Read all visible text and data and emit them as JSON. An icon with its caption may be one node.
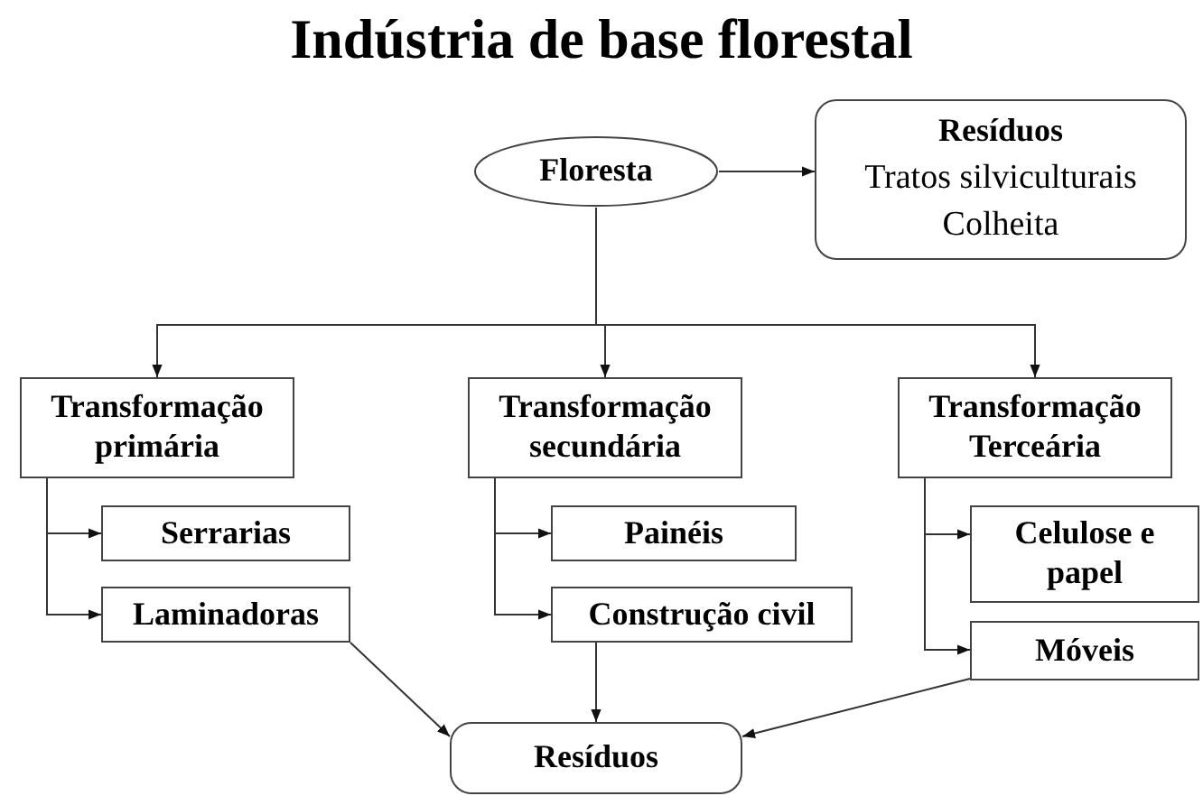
{
  "diagram": {
    "title": "Indústria de base florestal",
    "nodes": [
      {
        "text": [
          "Floresta"
        ]
      },
      {
        "text": [
          "Resíduos",
          "Tratos silviculturais",
          "Colheita"
        ]
      },
      {
        "text": [
          "Transformação primária"
        ]
      },
      {
        "text": [
          "Transformação secundária"
        ]
      },
      {
        "text": [
          "Transformação Terceária"
        ]
      },
      {
        "text": [
          "Serrarias"
        ]
      },
      {
        "text": [
          "Laminadoras"
        ]
      },
      {
        "text": [
          "Painéis"
        ]
      },
      {
        "text": [
          "Construção civil"
        ]
      },
      {
        "text": [
          "Celulose e papel"
        ]
      },
      {
        "text": [
          "Móveis"
        ]
      },
      {
        "text": [
          "Resíduos"
        ]
      }
    ],
    "edges": [
      {
        "from": 0,
        "to": 1,
        "arrow": "to"
      },
      {
        "from": 0,
        "to": 2,
        "arrow": "to"
      },
      {
        "from": 0,
        "to": 3,
        "arrow": "to"
      },
      {
        "from": 0,
        "to": 4,
        "arrow": "to"
      },
      {
        "from": 2,
        "to": 5,
        "arrow": "to"
      },
      {
        "from": 2,
        "to": 6,
        "arrow": "to"
      },
      {
        "from": 3,
        "to": 7,
        "arrow": "to"
      },
      {
        "from": 3,
        "to": 8,
        "arrow": "to"
      },
      {
        "from": 4,
        "to": 9,
        "arrow": "to"
      },
      {
        "from": 4,
        "to": 10,
        "arrow": "to"
      },
      {
        "from": 6,
        "to": 11,
        "arrow": "to"
      },
      {
        "from": 8,
        "to": 11,
        "arrow": "to"
      },
      {
        "from": 10,
        "to": 11,
        "arrow": "to"
      }
    ]
  }
}
